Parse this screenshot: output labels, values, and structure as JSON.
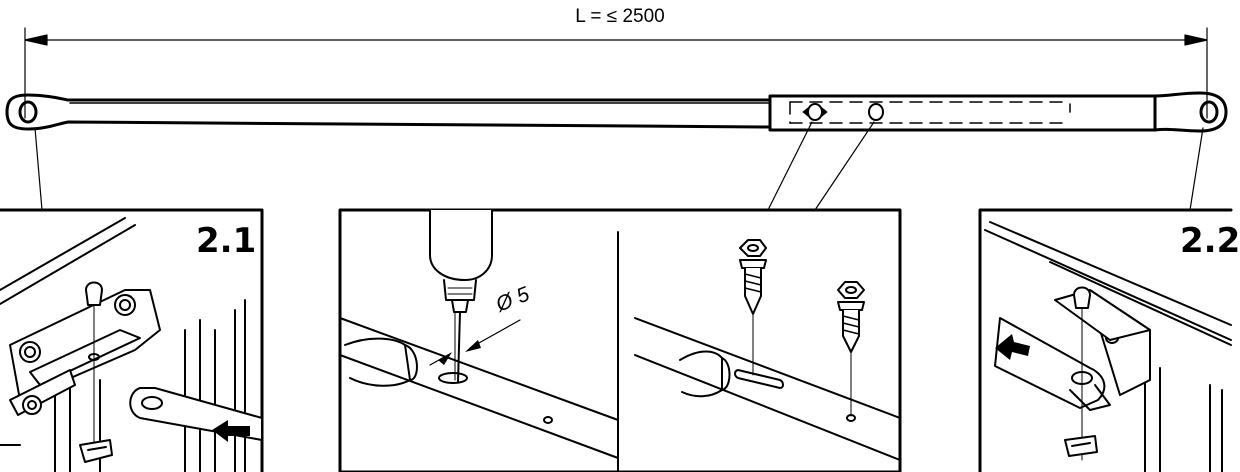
{
  "dimension": {
    "length_label": "L = ≤ 2500"
  },
  "drill": {
    "diameter_label": "Ø 5"
  },
  "steps": [
    {
      "label": "2.1"
    },
    {
      "label": "2.2"
    }
  ]
}
